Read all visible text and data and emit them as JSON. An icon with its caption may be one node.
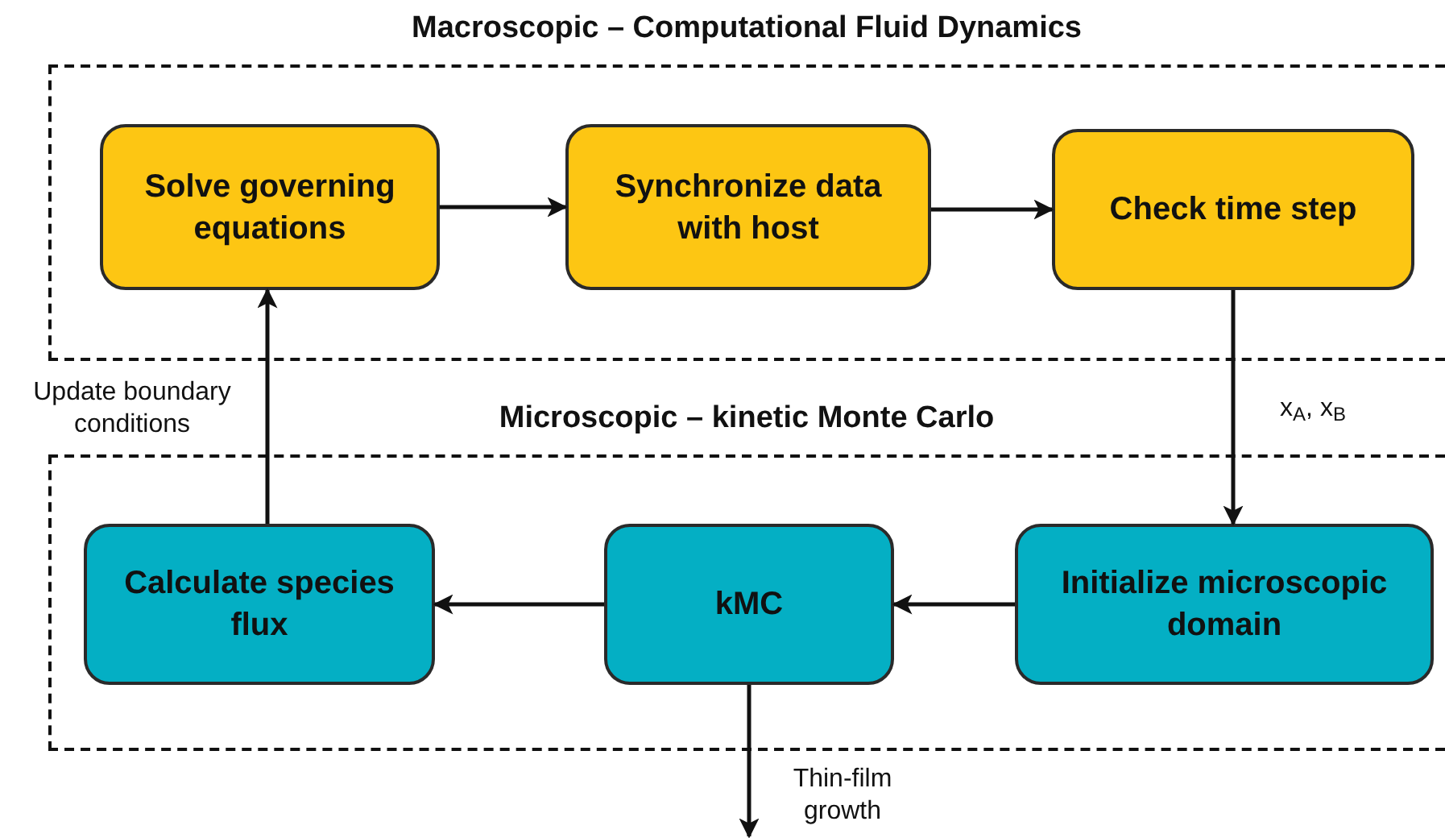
{
  "diagram": {
    "nodes": [
      {
        "text": [
          "Macroscopic – Computational Fluid Dynamics"
        ]
      },
      {
        "text": [
          "Solve governing equations"
        ],
        "in": 0
      },
      {
        "text": [
          "Synchronize data with host"
        ],
        "in": 0
      },
      {
        "text": [
          "Check time step"
        ],
        "in": 0
      },
      {
        "text": [
          "Microscopic – kinetic Monte Carlo"
        ]
      },
      {
        "text": [
          "Calculate species flux"
        ],
        "in": 4
      },
      {
        "text": [
          "kMC"
        ],
        "in": 4
      },
      {
        "text": [
          "Initialize microscopic domain"
        ],
        "in": 4
      }
    ],
    "edges": [
      {
        "from": 1,
        "to": 2,
        "arrow": "to"
      },
      {
        "from": 2,
        "to": 3,
        "arrow": "to"
      },
      {
        "from": 3,
        "to": 7,
        "arrow": "to",
        "label": "x$_{A}$, x$_{B}$"
      },
      {
        "from": 7,
        "to": 6,
        "arrow": "to"
      },
      {
        "from": 6,
        "to": 5,
        "arrow": "to"
      },
      {
        "from": 5,
        "to": 1,
        "arrow": "to",
        "label": "Update boundary conditions"
      },
      {
        "from": 6,
        "to": null,
        "arrow": "to",
        "label": "Thin-film growth"
      }
    ]
  }
}
